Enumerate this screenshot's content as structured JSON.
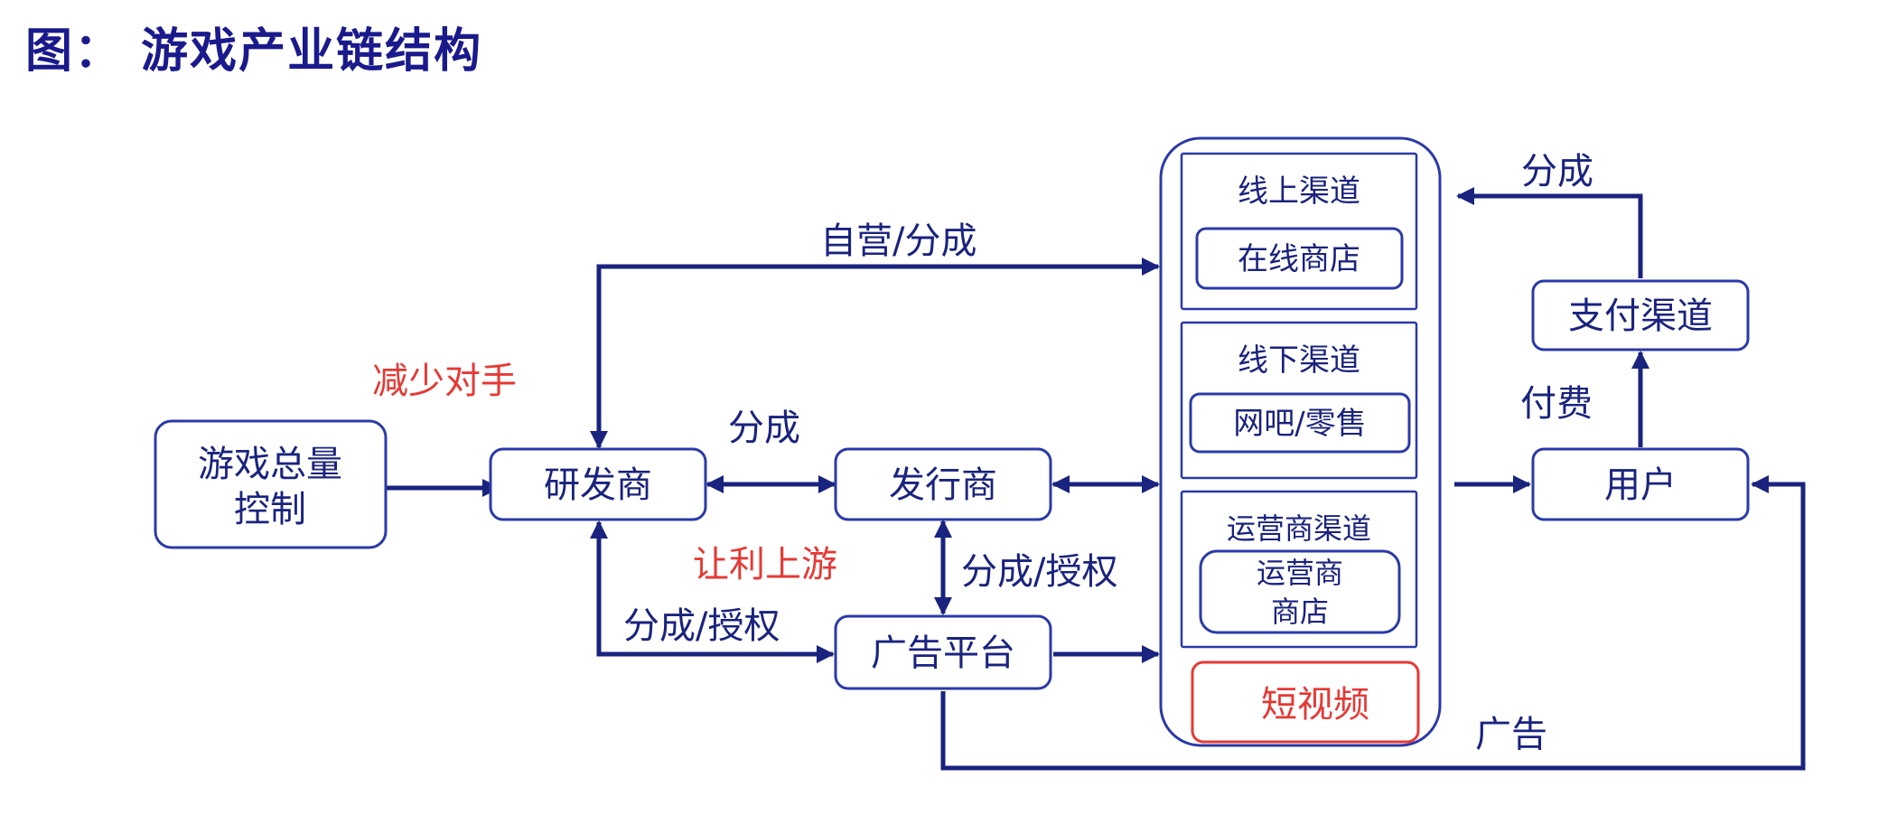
{
  "title": "图： 游戏产业链结构",
  "nodes": {
    "total": [
      "游戏总量",
      "控制"
    ],
    "developer": "研发商",
    "publisher": "发行商",
    "ad_platform": "广告平台",
    "online_channel": "线上渠道",
    "online_store": "在线商店",
    "offline_channel": "线下渠道",
    "cafe_retail": "网吧/零售",
    "operator_channel": "运营商渠道",
    "operator_store": [
      "运营商",
      "商店"
    ],
    "short_video": "短视频",
    "payment": "支付渠道",
    "user": "用户"
  },
  "edges": {
    "self_share": "自营/分成",
    "reduce_rivals": "减少对手",
    "share_dev_pub": "分成",
    "profit_upstream": "让利上游",
    "share_license_pub_ad": "分成/授权",
    "share_license_dev_ad": "分成/授权",
    "share_top": "分成",
    "pay": "付费",
    "ads": "广告"
  },
  "colors": {
    "title": "#1a1a8c",
    "node_border": "#2a3aa8",
    "arrow": "#1a237e",
    "highlight": "#e53935"
  }
}
